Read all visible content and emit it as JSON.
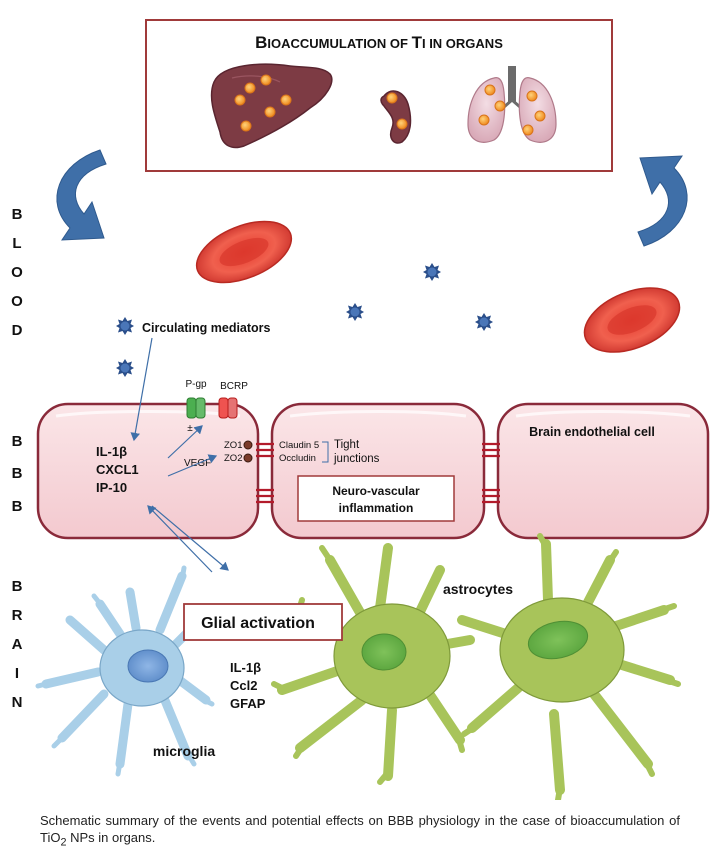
{
  "title": {
    "big1": "B",
    "small1": "IOACCUMULATION OF ",
    "big2": "T",
    "small2": "I IN ORGANS"
  },
  "side_labels": {
    "blood": [
      "B",
      "L",
      "O",
      "O",
      "D"
    ],
    "bbb": [
      "B",
      "B",
      "B"
    ],
    "brain": [
      "B",
      "R",
      "A",
      "I",
      "N"
    ]
  },
  "labels": {
    "circulating_mediators": "Circulating mediators",
    "pgp": "P-gp",
    "bcrp": "BCRP",
    "plus_minus": "±",
    "vegf": "VEGF",
    "zo1": "ZO1",
    "zo2": "ZO2",
    "claudin5": "Claudin 5",
    "occludin": "Occludin",
    "tight_junctions_1": "Tight",
    "tight_junctions_2": "junctions",
    "brain_endothelial_cell": "Brain endothelial cell",
    "neurovascular_1": "Neuro-vascular",
    "neurovascular_2": "inflammation",
    "astrocytes": "astrocytes",
    "glial_activation": "Glial activation",
    "microglia": "microglia"
  },
  "cytokines_endothelial": [
    "IL-1β",
    "CXCL1",
    "IP-10"
  ],
  "cytokines_glial": [
    "IL-1β",
    "Ccl2",
    "GFAP"
  ],
  "caption": {
    "part1": "Schematic summary of the events and potential effects on BBB physiology in the case of bioaccumulation of TiO",
    "sub": "2",
    "part2": " NPs in organs."
  },
  "colors": {
    "title_box_border": "#a03a3a",
    "endothelial_fill": "#f7d4d8",
    "endothelial_border": "#8a2a3a",
    "junction": "#b31b2b",
    "rbc": "#e8463a",
    "astrocyte": "#a8c45a",
    "microglia": "#a9cfe8",
    "arrow_blue": "#3f6fa8",
    "mediator": "#2a4e8a",
    "liver": "#7d3b44",
    "particle": "#f29a2e"
  }
}
